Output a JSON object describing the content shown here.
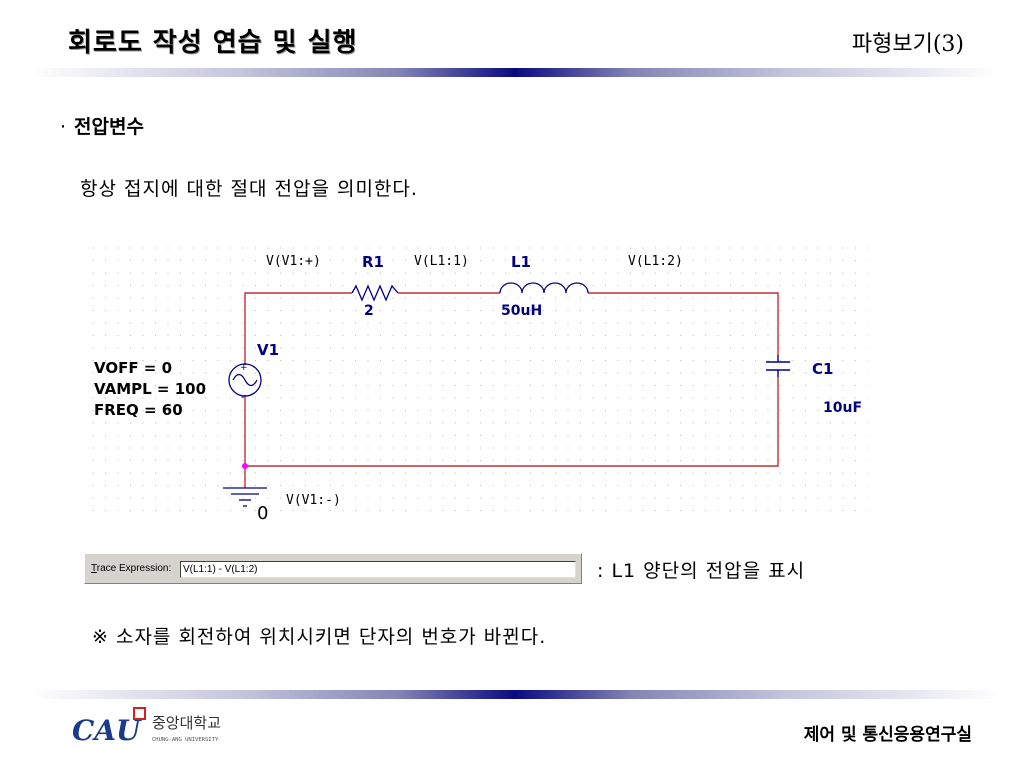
{
  "header": {
    "title": "회로도 작성 연습 및 실행",
    "subtitle": "파형보기(3)"
  },
  "section": {
    "bullet": "·",
    "heading": "전압변수",
    "description": "항상 접지에 대한 절대 전압을 의미한다."
  },
  "schematic": {
    "node_labels": [
      "V(V1:+)",
      "V(L1:1)",
      "V(L1:2)",
      "V(V1:-)"
    ],
    "r1": {
      "name": "R1",
      "value": "2"
    },
    "l1": {
      "name": "L1",
      "value": "50uH"
    },
    "c1": {
      "name": "C1",
      "value": "10uF"
    },
    "v1": {
      "name": "V1",
      "params": [
        "VOFF = 0",
        "VAMPL = 100",
        "FREQ = 60"
      ],
      "plus": "+",
      "minus": "-"
    },
    "ground": "0",
    "colors": {
      "wire": "#c0303a",
      "part": "#000080",
      "junction": "#ff00ff",
      "grid": "#b8b8c0"
    }
  },
  "trace": {
    "label_first": "T",
    "label_rest": "race Expression:",
    "value": "V(L1:1) - V(L1:2)",
    "note": ": L1 양단의 전압을 표시"
  },
  "note": "※ 소자를 회전하여 위치시키면 단자의 번호가 바뀐다.",
  "footer": {
    "logo_text": "CAU",
    "univ_name": "중앙대학교",
    "univ_english": "CHUNG-ANG UNIVERSITY",
    "lab": "제어 및 통신응용연구실"
  }
}
